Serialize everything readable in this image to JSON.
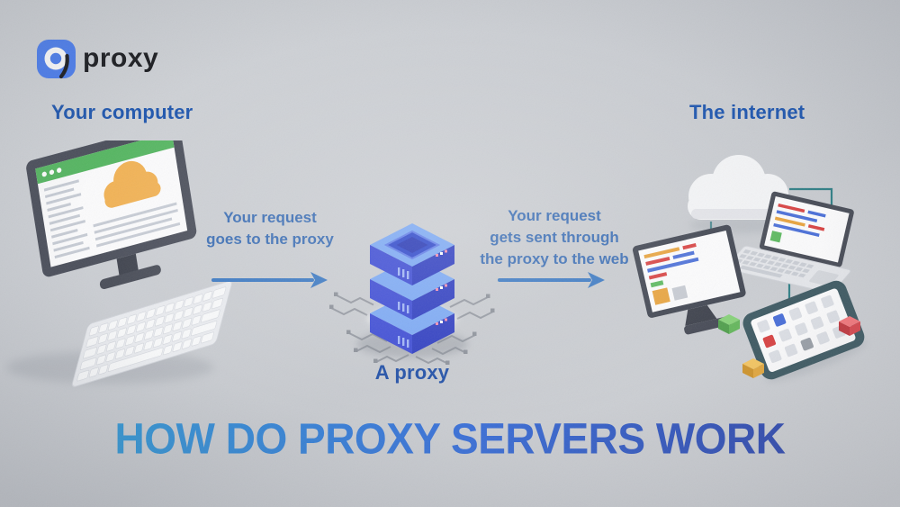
{
  "brand": {
    "name": "proxy"
  },
  "labels": {
    "your_computer": "Your computer",
    "the_internet": "The internet",
    "a_proxy": "A proxy"
  },
  "flow": {
    "step1": "Your request\ngoes to the proxy",
    "step2": "Your request\ngets sent through\nthe proxy to the web"
  },
  "title": "HOW DO PROXY SERVERS WORK",
  "colors": {
    "label_blue": "#1d55ae",
    "flow_text_blue": "#3a6db4",
    "arrow_blue": "#3a78c2",
    "title_gradient_start": "#2f9fd4",
    "title_gradient_mid": "#3a6fd8",
    "title_gradient_end": "#2b3fa8",
    "logo_blue": "#4a7df0",
    "server_top_blue": "#79a7f4",
    "server_left_blue": "#3a49d4",
    "server_right_blue": "#2b3ac0",
    "screen_green_bar": "#55b661",
    "cloud_orange": "#f2b254",
    "connector_teal": "#2f7e85"
  },
  "icons": {
    "logo": "proxy-ring-icon",
    "arrow": "arrow-right-icon",
    "computer": "desktop-computer-illustration",
    "server": "proxy-server-stack-illustration",
    "internet": "cloud-network-illustration"
  }
}
